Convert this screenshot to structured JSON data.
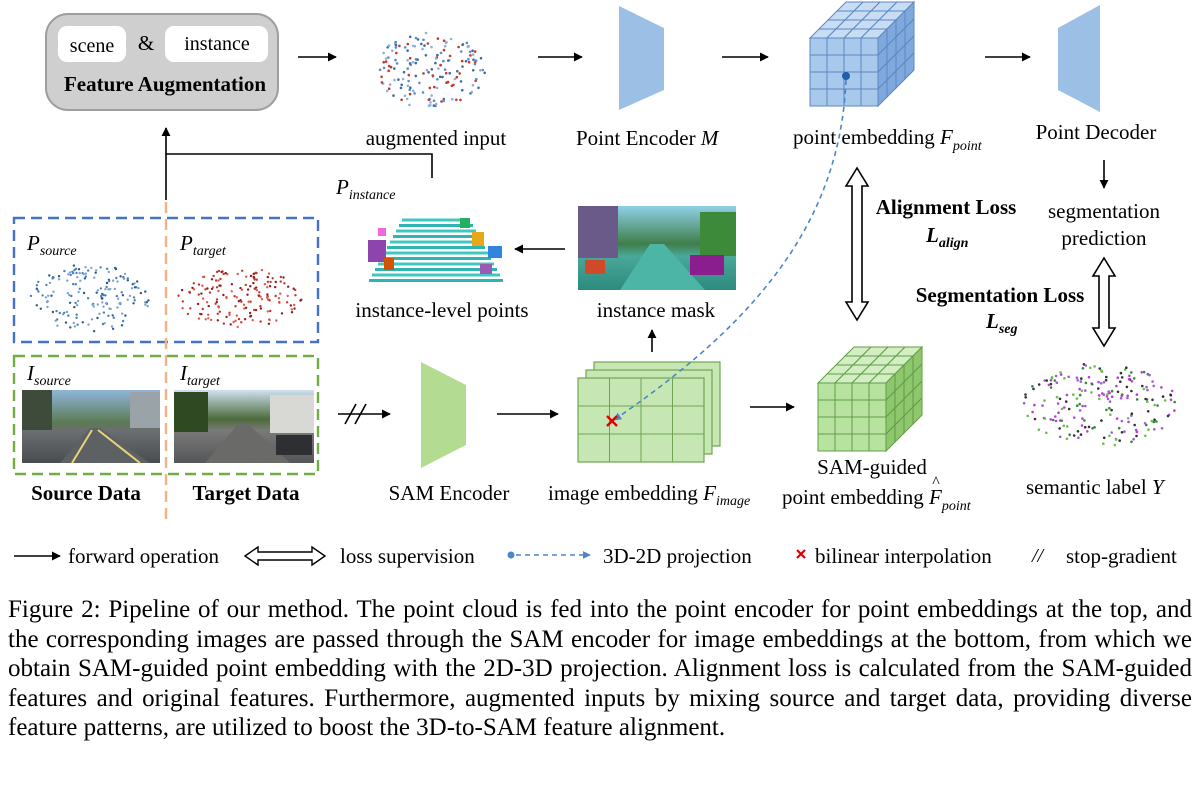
{
  "figure": {
    "aug": {
      "scene": "scene",
      "amp": "&",
      "instance": "instance",
      "title": "Feature Augmentation"
    },
    "augmented_input": "augmented input",
    "point_encoder": {
      "text": "Point Encoder ",
      "var": "M"
    },
    "point_embedding": {
      "text": "point embedding ",
      "var": "F",
      "sub": "point"
    },
    "point_decoder": "Point Decoder",
    "p_instance": {
      "var": "P",
      "sub": "instance"
    },
    "alignment_loss": {
      "text": "Alignment Loss",
      "var": "L",
      "sub": "align"
    },
    "segmentation_prediction": [
      "segmentation",
      "prediction"
    ],
    "p_source": {
      "var": "P",
      "sub": "source"
    },
    "p_target": {
      "var": "P",
      "sub": "target"
    },
    "instance_level_points": "instance-level points",
    "instance_mask": "instance mask",
    "segmentation_loss": {
      "text": "Segmentation Loss",
      "var": "L",
      "sub": "seg"
    },
    "i_source": {
      "var": "I",
      "sub": "source"
    },
    "i_target": {
      "var": "I",
      "sub": "target"
    },
    "source_data": "Source Data",
    "target_data": "Target Data",
    "sam_encoder": "SAM Encoder",
    "image_embedding": {
      "text": "image embedding ",
      "var": "F",
      "sub": "image"
    },
    "sam_guided": {
      "line1": "SAM-guided",
      "line2": "point embedding ",
      "var": "F",
      "sub": "point"
    },
    "semantic_label": {
      "text": "semantic label ",
      "var": "Y"
    }
  },
  "legend": {
    "forward": "forward operation",
    "loss": "loss supervision",
    "projection": "3D-2D projection",
    "bilinear": "bilinear interpolation",
    "stopgrad_mark": "//",
    "stopgrad": "stop-gradient"
  },
  "colors": {
    "encoder": "#9cbfe6",
    "sam_encoder": "#b3dc92",
    "cube_blue": "#a8c8ec",
    "cube_green": "#b8e2a0",
    "frame_blue": "#4472c4",
    "frame_green": "#70ad47",
    "divider": "#f4b183",
    "projection": "#4a86c8",
    "cross": "#e00000"
  },
  "caption": "Figure 2: Pipeline of our method. The point cloud is fed into the point encoder for point embeddings at the top, and the corresponding images are passed through the SAM encoder for image embeddings at the bottom, from which we obtain SAM-guided point embedding with the 2D-3D projection. Alignment loss is calculated from the SAM-guided features and original features. Furthermore, augmented inputs by mixing source and target data, providing diverse feature patterns, are utilized to boost the 3D-to-SAM feature alignment."
}
